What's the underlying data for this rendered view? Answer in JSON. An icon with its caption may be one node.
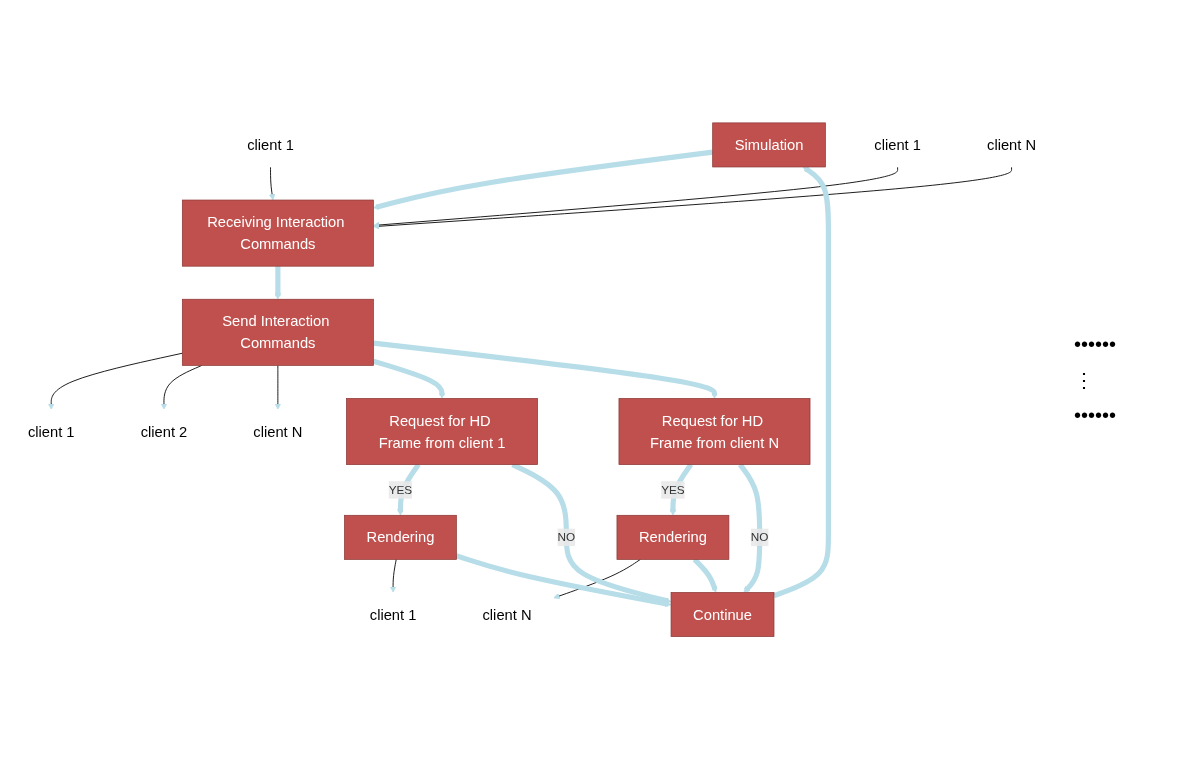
{
  "diagram": {
    "nodes": [
      {
        "text": [
          "Simulation"
        ]
      },
      {
        "text": [
          "client 1"
        ]
      },
      {
        "text": [
          "client 1"
        ]
      },
      {
        "text": [
          "client N"
        ]
      },
      {
        "text": [
          "Receiving Interaction Commands"
        ]
      },
      {
        "text": [
          "Send Interaction Commands"
        ]
      },
      {
        "text": [
          "client 1"
        ]
      },
      {
        "text": [
          "client 2"
        ]
      },
      {
        "text": [
          "client N"
        ]
      },
      {
        "text": [
          "Request for HD Frame from client 1"
        ]
      },
      {
        "text": [
          "Request for HD Frame from client N"
        ]
      },
      {
        "text": [
          "Rendering"
        ]
      },
      {
        "text": [
          "client 1"
        ]
      },
      {
        "text": [
          "Rendering"
        ]
      },
      {
        "text": [
          "client N"
        ]
      },
      {
        "text": [
          "Continue"
        ]
      }
    ],
    "edges": [
      {
        "from": 0,
        "to": 4,
        "arrow": "to"
      },
      {
        "from": 1,
        "to": 4,
        "arrow": "to",
        "color": "#000000"
      },
      {
        "from": 2,
        "to": 4,
        "arrow": "to",
        "color": "#000000"
      },
      {
        "from": 3,
        "to": 4,
        "arrow": "to",
        "color": "#000000"
      },
      {
        "from": 4,
        "to": 5,
        "arrow": "to"
      },
      {
        "from": 5,
        "to": 6,
        "arrow": "to",
        "color": "#000000"
      },
      {
        "from": 5,
        "to": 7,
        "arrow": "to",
        "color": "#000000"
      },
      {
        "from": 5,
        "to": 8,
        "arrow": "to",
        "color": "#000000"
      },
      {
        "from": 5,
        "to": 9,
        "arrow": "to"
      },
      {
        "from": 5,
        "to": 10,
        "arrow": "to"
      },
      {
        "from": 9,
        "to": 11,
        "label": "YES",
        "arrow": "to"
      },
      {
        "from": 10,
        "to": 13,
        "label": "YES",
        "arrow": "to"
      },
      {
        "from": 11,
        "to": 12,
        "arrow": "to",
        "color": "#000000"
      },
      {
        "from": 13,
        "to": 14,
        "arrow": "to",
        "color": "#000000"
      },
      {
        "from": 9,
        "to": 15,
        "label": "NO",
        "arrow": "to"
      },
      {
        "from": 10,
        "to": 15,
        "label": "NO",
        "arrow": "to"
      },
      {
        "from": 11,
        "to": 15,
        "arrow": "to"
      },
      {
        "from": 13,
        "to": 15,
        "arrow": "to"
      },
      {
        "from": 15,
        "to": 0,
        "arrow": "to"
      }
    ],
    "labels": [
      "••••••",
      "⋮",
      "••••••"
    ]
  }
}
